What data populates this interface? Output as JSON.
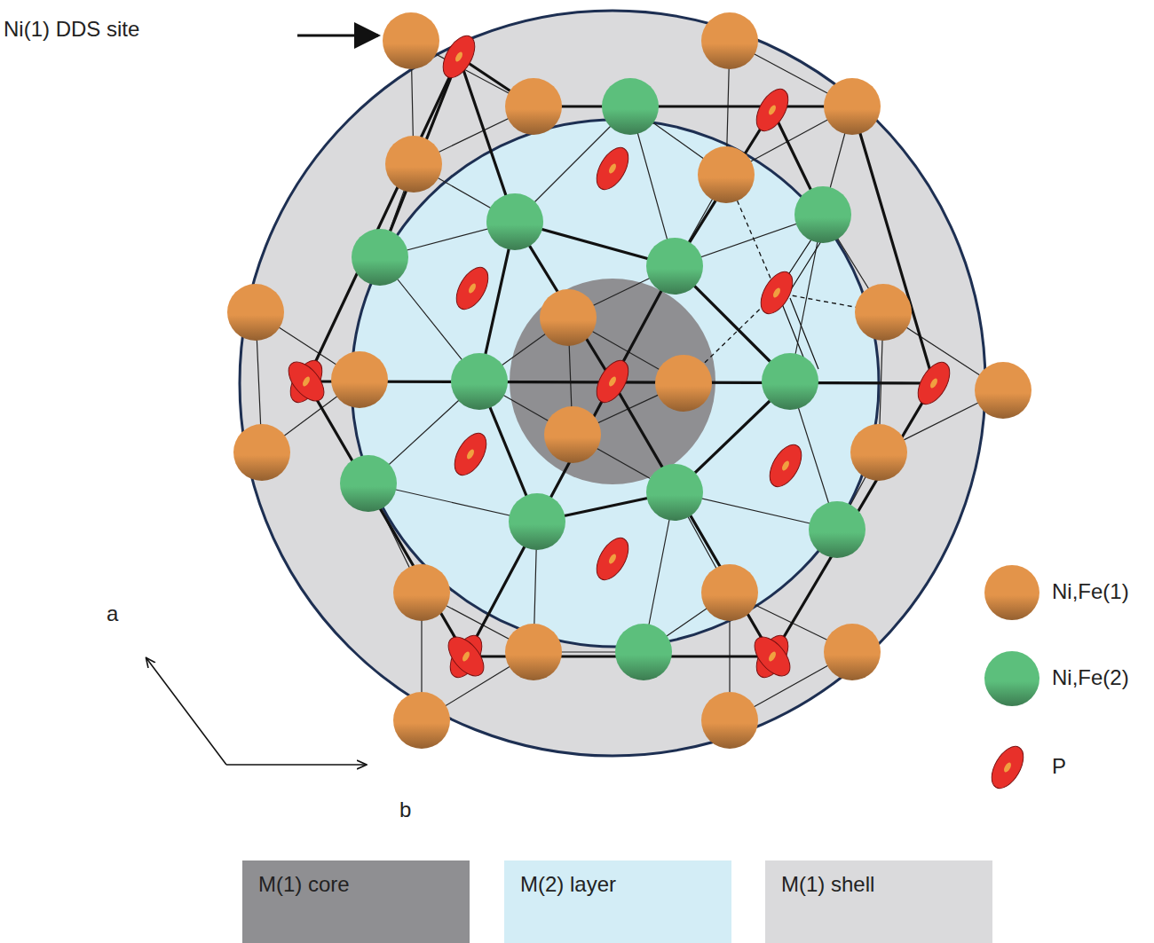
{
  "diagram": {
    "labels": [
      "Ni(1) DDS site",
      "a",
      "b"
    ],
    "legend": [
      {
        "text": "Ni,Fe(1)",
        "color": "#e3944a"
      },
      {
        "text": "Ni,Fe(2)",
        "color": "#5cbf7c"
      },
      {
        "text": "P",
        "color": "#e8302a"
      },
      {
        "text": "M(1) core",
        "color": "#8f8f92"
      },
      {
        "text": "M(2) layer",
        "color": "#d3edf6"
      },
      {
        "text": "M(1) shell",
        "color": "#dadadc"
      }
    ]
  }
}
